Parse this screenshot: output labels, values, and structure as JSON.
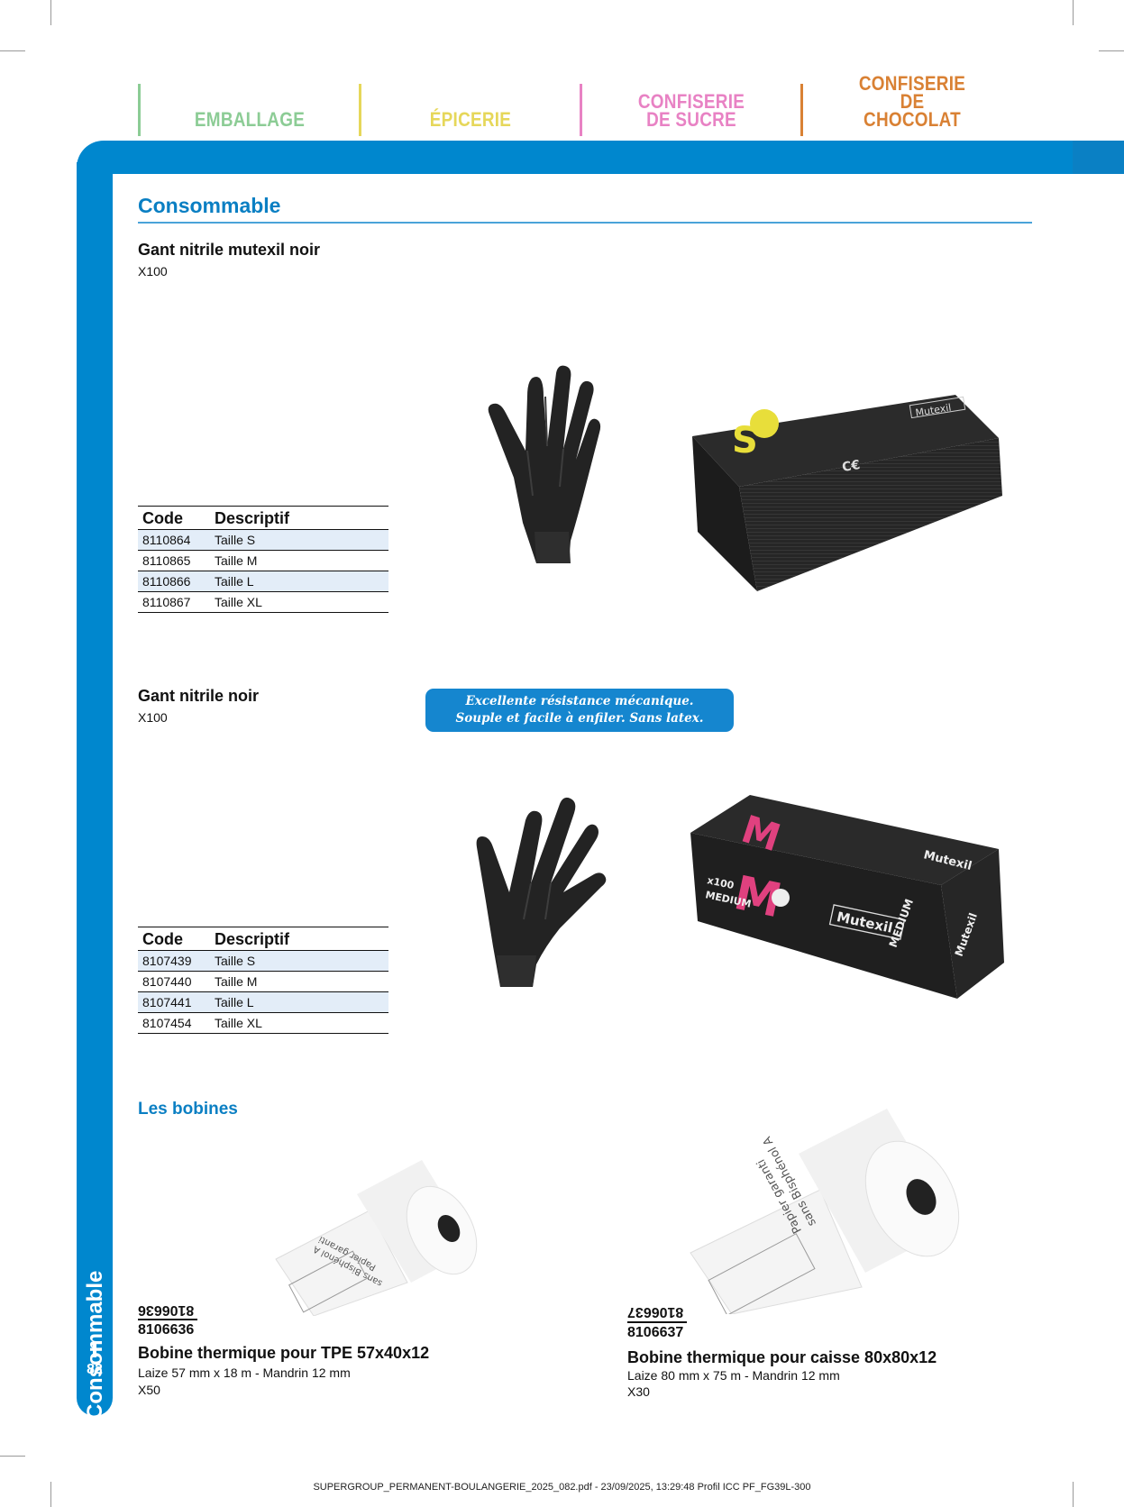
{
  "tabs": [
    {
      "label": "EMBALLAGE",
      "color": "#8ccc95"
    },
    {
      "label": "ÉPICERIE",
      "color": "#e6d75a"
    },
    {
      "label": "CONFISERIE DE SUCRE",
      "color": "#e882c4"
    },
    {
      "label": "CONFISERIE DE CHOCOLAT",
      "color": "#d98134"
    }
  ],
  "side": {
    "title": "Consommable",
    "page_number": "82"
  },
  "section_title": "Consommable",
  "products": [
    {
      "title": "Gant nitrile mutexil noir",
      "pack": "X100",
      "table": {
        "headers": [
          "Code",
          "Descriptif"
        ],
        "rows": [
          [
            "8110864",
            "Taille S"
          ],
          [
            "8110865",
            "Taille M"
          ],
          [
            "8110866",
            "Taille L"
          ],
          [
            "8110867",
            "Taille XL"
          ]
        ]
      },
      "box": {
        "size_letter": "S",
        "brand": "Mutexil"
      }
    },
    {
      "title": "Gant nitrile noir",
      "pack": "X100",
      "table": {
        "headers": [
          "Code",
          "Descriptif"
        ],
        "rows": [
          [
            "8107439",
            "Taille S"
          ],
          [
            "8107440",
            "Taille M"
          ],
          [
            "8107441",
            "Taille L"
          ],
          [
            "8107454",
            "Taille XL"
          ]
        ]
      },
      "box": {
        "size_letter": "M",
        "size_word": "MEDIUM",
        "count": "x100",
        "brand": "Mutexil"
      }
    }
  ],
  "badge": {
    "line1": "Excellente résistance mécanique.",
    "line2": "Souple et facile à enfiler. Sans latex."
  },
  "bobines": {
    "title": "Les bobines",
    "items": [
      {
        "code": "8106636",
        "title": "Bobine thermique pour TPE 57x40x12",
        "spec": "Laize 57 mm x 18 m - Mandrin 12 mm",
        "pack": "X50",
        "paper_text1": "Papier garanti",
        "paper_text2": "sans Bisphénol A"
      },
      {
        "code": "8106637",
        "title": "Bobine thermique pour caisse 80x80x12",
        "spec": "Laize 80 mm x 75 m - Mandrin 12 mm",
        "pack": "X30",
        "paper_text1": "Papier garanti",
        "paper_text2": "sans Bisphénol A"
      }
    ]
  },
  "footer": "SUPERGROUP_PERMANENT-BOULANGERIE_2025_082.pdf - 23/09/2025, 13:29:48 Profil ICC PF_FG39L-300",
  "colors": {
    "brand_blue": "#0087ce",
    "title_blue": "#0a7fc3",
    "row_shade": "#e3edf8",
    "badge": "#1586cf"
  }
}
